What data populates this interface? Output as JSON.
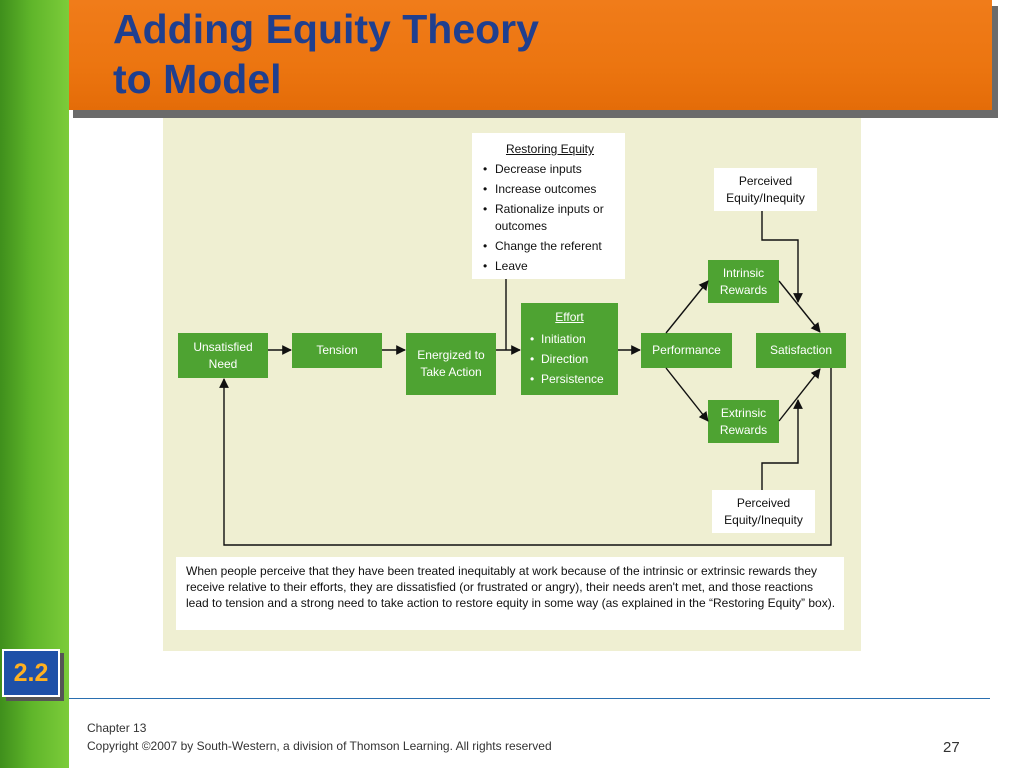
{
  "slide": {
    "title_line1": "Adding Equity Theory",
    "title_line2": "to Model",
    "badge": "2.2",
    "footer_chapter": "Chapter 13",
    "footer_copyright": "Copyright ©2007 by South-Western, a division of Thomson Learning.  All rights reserved",
    "page_number": "27"
  },
  "diagram": {
    "restoring_equity": {
      "heading": "Restoring Equity",
      "items": [
        "Decrease inputs",
        "Increase outcomes",
        "Rationalize inputs or outcomes",
        "Change the referent",
        "Leave"
      ]
    },
    "perceived_top": "Perceived Equity/Inequity",
    "perceived_bottom": "Perceived Equity/Inequity",
    "unsatisfied_need": "Unsatisfied Need",
    "tension": "Tension",
    "energized": "Energized to Take Action",
    "effort": {
      "heading": "Effort",
      "items": [
        "Initiation",
        "Direction",
        "Persistence"
      ]
    },
    "performance": "Performance",
    "intrinsic_rewards": "Intrinsic Rewards",
    "extrinsic_rewards": "Extrinsic Rewards",
    "satisfaction": "Satisfaction",
    "caption": "When people perceive that they have been treated inequitably at work because of the intrinsic or extrinsic rewards they receive relative to their efforts, they are dissatisfied (or frustrated or angry), their needs aren't met, and those reactions lead to tension and a strong need to take action to restore equity in some way (as explained in the “Restoring Equity” box)."
  },
  "colors": {
    "header_orange": "#ec7510",
    "title_blue": "#1f3f8f",
    "box_green": "#4ea332",
    "figure_bg": "#efefd2",
    "sidebar_green": "#5fb52a",
    "badge_blue": "#1e50a8",
    "badge_text": "#ffb020"
  }
}
